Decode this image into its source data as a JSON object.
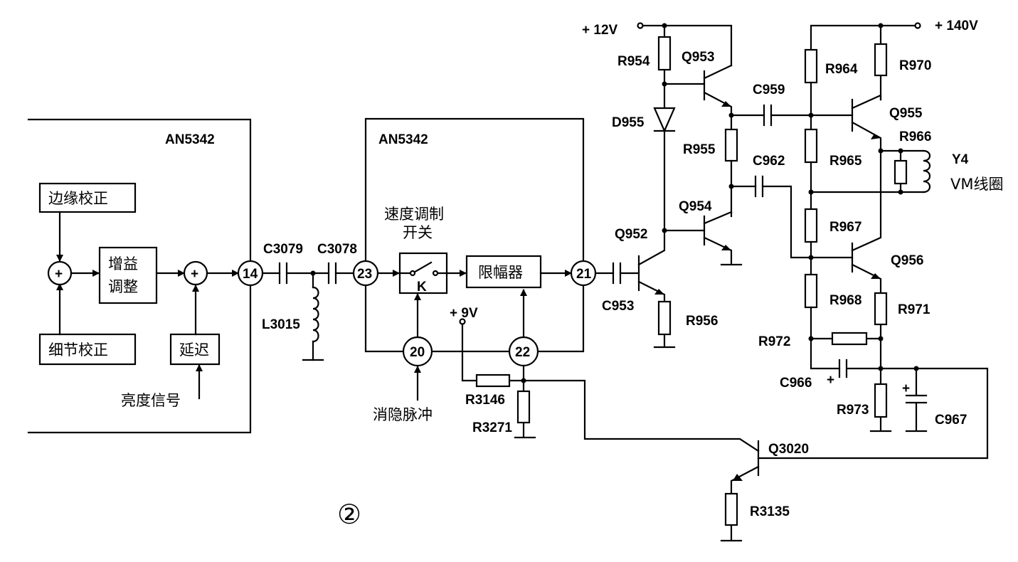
{
  "figure_number": "②",
  "chip_left": "AN5342",
  "chip_middle": "AN5342",
  "blocks": {
    "edge_correction": "边缘校正",
    "detail_correction": "细节校正",
    "gain_adjust_1": "增益",
    "gain_adjust_2": "调整",
    "delay": "延迟",
    "limiter": "限幅器",
    "switch_k": "K"
  },
  "summers": [
    "+",
    "+"
  ],
  "signals": {
    "luminance": "亮度信号",
    "blanking_pulse": "消隐脉冲",
    "speed_mod_switch_1": "速度调制",
    "speed_mod_switch_2": "开关",
    "coil_1": "Y4",
    "coil_2": "VM线圈"
  },
  "pins": [
    "14",
    "23",
    "20",
    "22",
    "21"
  ],
  "supplies": [
    "+ 12V",
    "+ 140V",
    "+ 9V"
  ],
  "components": {
    "C3079": "C3079",
    "C3078": "C3078",
    "L3015": "L3015",
    "R3146": "R3146",
    "R3271": "R3271",
    "R3135": "R3135",
    "Q3020": "Q3020",
    "Q952": "Q952",
    "C953": "C953",
    "R956": "R956",
    "R954": "R954",
    "Q953": "Q953",
    "D955": "D955",
    "R955": "R955",
    "Q954": "Q954",
    "C959": "C959",
    "C962": "C962",
    "R964": "R964",
    "R970": "R970",
    "Q955": "Q955",
    "R966": "R966",
    "R965": "R965",
    "R967": "R967",
    "Q956": "Q956",
    "R968": "R968",
    "R971": "R971",
    "R972": "R972",
    "C966": "C966",
    "C966_plus": "+",
    "R973": "R973",
    "C967": "C967",
    "C967_plus": "+"
  }
}
